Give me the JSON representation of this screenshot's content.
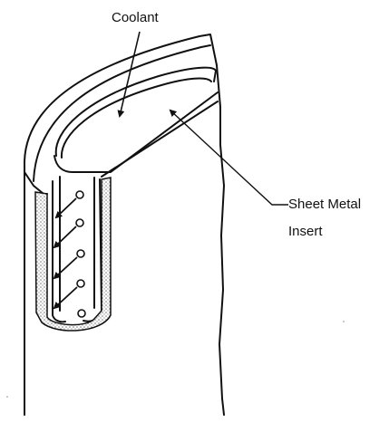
{
  "labels": {
    "coolant": "Coolant",
    "sheet_metal_line1": "Sheet Metal",
    "sheet_metal_line2": "Insert"
  },
  "colors": {
    "ink": "#111111",
    "background": "#ffffff",
    "stipple": "#888888"
  }
}
